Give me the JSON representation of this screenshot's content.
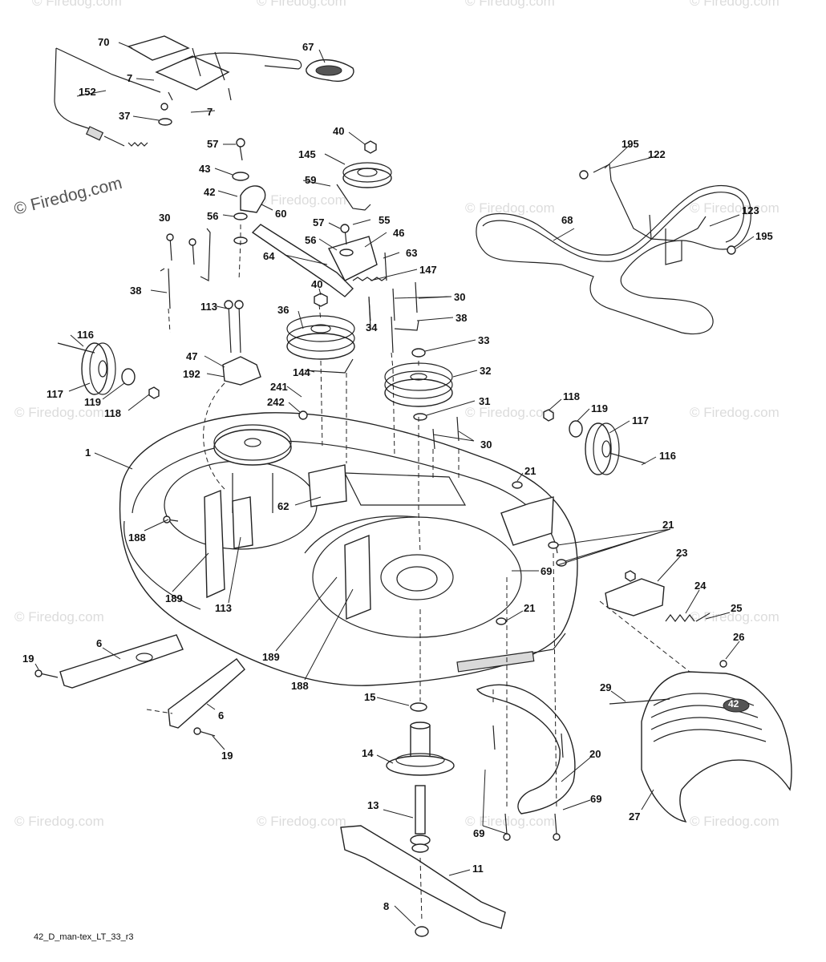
{
  "watermark": "© Firedog.com",
  "caption": "42_D_man-tex_LT_33_r3",
  "cover_logo_text": "42",
  "labels": {
    "p70": "70",
    "p67": "67",
    "p7a": "7",
    "p152": "152",
    "p7b": "7",
    "p37": "37",
    "p40a": "40",
    "p145": "145",
    "p57a": "57",
    "p43": "43",
    "p59": "59",
    "p42": "42",
    "p60": "60",
    "p56a": "56",
    "p57b": "57",
    "p55": "55",
    "p30a": "30",
    "p56b": "56",
    "p46": "46",
    "p64": "64",
    "p63": "63",
    "p147": "147",
    "p38a": "38",
    "p40b": "40",
    "p30b": "30",
    "p113a": "113",
    "p36": "36",
    "p38b": "38",
    "p116a": "116",
    "p34": "34",
    "p33": "33",
    "p47": "47",
    "p144": "144",
    "p32": "32",
    "p192": "192",
    "p241": "241",
    "p117a": "117",
    "p119a": "119",
    "p118a": "118",
    "p242": "242",
    "p31": "31",
    "p195a": "195",
    "p122": "122",
    "p68": "68",
    "p123": "123",
    "p195b": "195",
    "p118b": "118",
    "p119b": "119",
    "p117b": "117",
    "p30c": "30",
    "p116b": "116",
    "p1": "1",
    "p21a": "21",
    "p62": "62",
    "p21b": "21",
    "p23": "23",
    "p69a": "69",
    "p188a": "188",
    "p189a": "189",
    "p113b": "113",
    "p24": "24",
    "p25": "25",
    "p21c": "21",
    "p19a": "19",
    "p6a": "6",
    "p189b": "189",
    "p26": "26",
    "p188b": "188",
    "p15": "15",
    "p29": "29",
    "p6b": "6",
    "p19b": "19",
    "p14": "14",
    "p20": "20",
    "p69b": "69",
    "p13": "13",
    "p69c": "69",
    "p27": "27",
    "p11": "11",
    "p8": "8"
  }
}
